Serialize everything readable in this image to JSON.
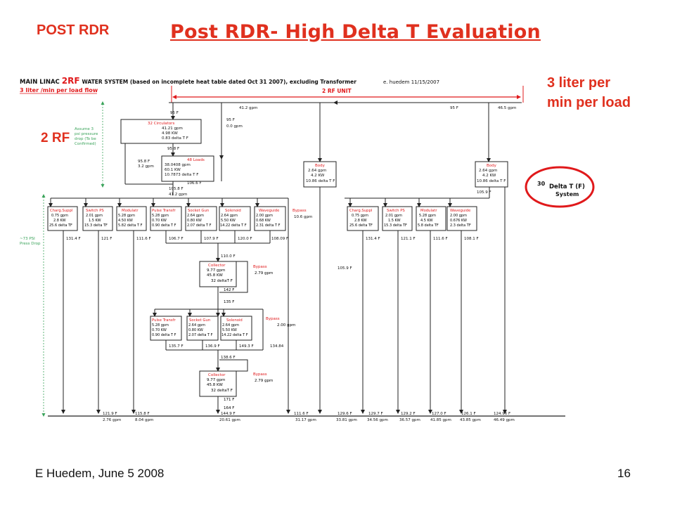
{
  "slide": {
    "corner_title": "POST RDR",
    "title": "Post RDR- High Delta T Evaluation",
    "side_note": "3 liter per min per load",
    "label_2rf": "2 RF",
    "footer_left": "E Huedem, June 5 2008",
    "page_number": "16"
  },
  "diagram": {
    "header": {
      "prefix": "MAIN LINAC",
      "rf": "2RF",
      "rest": "WATER SYSTEM (based on incomplete heat table dated Oct 31 2007), excluding Transformer",
      "subtitle": "3 liter /min per load flow",
      "author": "e. huedem 11/15/2007",
      "rf_unit": "2 RF UNIT"
    },
    "callout": {
      "number": "30",
      "line1": "Delta T (F)",
      "line2": "System",
      "accent": "#e0191b"
    },
    "notes": {
      "assume": [
        "Assume 3",
        "psi pressure",
        "drop (To be",
        "Confirmed)"
      ],
      "press_drop": [
        "~73 PSI",
        "Press Drop"
      ]
    },
    "top": {
      "supply_flow": "41.2 gpm",
      "t95_a": "95 F",
      "t95_b": "95 F",
      "t95_c": "95 F",
      "zero_gpm": "0.0 gpm",
      "flow_46": "46.5 gpm",
      "t95_mid": "95 F",
      "t958": "95.8 F",
      "g32": "3.2 gpm",
      "t958b": "95.8 F",
      "t1058": "105.8 F",
      "g412": "41.2 gpm",
      "t1066": "106.6 F"
    },
    "circ": {
      "title": "32 Circulators",
      "l1": "41.21 gpm",
      "l2": "4.98 KW",
      "l3": "0.83 delta T F"
    },
    "loads": {
      "title": "48 Loads",
      "l1": "38.0408 gpm",
      "l2": "60.1 KW",
      "l3": "10.7873 delta T F"
    },
    "body1": {
      "title": "Body",
      "l1": "2.64 gpm",
      "l2": "4.2 KW",
      "l3": "10.86 delta T F"
    },
    "body2": {
      "title": "Body",
      "l1": "2.64 gpm",
      "l2": "4.2 KW",
      "l3": "10.86 delta T F",
      "out": "105.9 F"
    },
    "row1": [
      {
        "title": "Charg.Suppl",
        "l1": "0.75 gpm",
        "l2": "2.8 KW",
        "l3": "25.6 delta TF"
      },
      {
        "title": "Switch PS",
        "l1": "2.01 gpm",
        "l2": "1.5 KW",
        "l3": "15.3 delta TF"
      },
      {
        "title": "Modulatr",
        "l1": "5.28 gpm",
        "l2": "4.50 KW",
        "l3": "5.82 delta T F"
      },
      {
        "title": "Pulse Transfr",
        "l1": "5.28 gpm",
        "l2": "0.70 KW",
        "l3": "0.90 delta T F"
      },
      {
        "title": "Socket Gun",
        "l1": "2.64 gpm",
        "l2": "0.80 KW",
        "l3": "2.07 delta T F"
      },
      {
        "title": "Solenoid",
        "l1": "2.64 gpm",
        "l2": "5.50 KW",
        "l3": "14.22 delta T F"
      },
      {
        "title": "Waveguide",
        "l1": "2.00 gpm",
        "l2": "0.68 KW",
        "l3": "2.31 delta T F"
      }
    ],
    "row1_right": [
      {
        "title": "Charg.Suppl",
        "l1": "0.75 gpm",
        "l2": "2.8 KW",
        "l3": "25.6 delta TF"
      },
      {
        "title": "Switch PS",
        "l1": "2.01 gpm",
        "l2": "1.5 KW",
        "l3": "15.3 delta TF"
      },
      {
        "title": "Modulatr",
        "l1": "5.28 gpm",
        "l2": "4.5 KW",
        "l3": "5.8 delta TF"
      },
      {
        "title": "Waveguide",
        "l1": "2.00 gpm",
        "l2": "0.676 KW",
        "l3": "2.3 delta TF"
      }
    ],
    "row1_temps": [
      "131.4 F",
      "121 F",
      "111.6 F",
      "106.7 F",
      "107.9 F",
      "120.0 F",
      "108.09 F"
    ],
    "row1_right_temps": [
      "131.4 F",
      "121.1 F",
      "111.6 F",
      "108.1 F"
    ],
    "bypass1": {
      "title": "Bypass",
      "flow": "10.6 gpm"
    },
    "mid": {
      "t110": "110.0 F",
      "t1059": "105.9 F"
    },
    "coll1": {
      "title": "Collector",
      "l1": "9.77 gpm",
      "l2": "45.8 KW",
      "l3": "32 deltaT F",
      "out": "142 F",
      "next": "135 F"
    },
    "bypass2": {
      "title": "Bypass",
      "flow": "2.79 gpm"
    },
    "row2": [
      {
        "title": "Pulse Transfr",
        "l1": "5.28 gpm",
        "l2": "0.70 KW",
        "l3": "0.90 delta T F"
      },
      {
        "title": "Socket Gun",
        "l1": "2.64 gpm",
        "l2": "0.80 KW",
        "l3": "2.07 delta T F"
      },
      {
        "title": "Solenoid",
        "l1": "2.64 gpm",
        "l2": "5.50 KW",
        "l3": "14.22 delta T F"
      }
    ],
    "row2_temps": [
      "135.7 F",
      "136.9 F",
      "149.3 F",
      "134.84"
    ],
    "bypass3": {
      "title": "Bypass",
      "flow": "2.00 gpm"
    },
    "coll2": {
      "title": "Collector",
      "l1": "9.77 gpm",
      "l2": "45.8 KW",
      "l3": "32 deltaT F",
      "in": "138.6 F",
      "out": "171 F",
      "after": "164 F"
    },
    "bypass4": {
      "title": "Bypass",
      "flow": "2.79 gpm"
    },
    "bottom": [
      {
        "t": "121.9 F",
        "g": "2.76 gpm"
      },
      {
        "t": "115.8 F",
        "g": "8.04 gpm"
      },
      {
        "t": "144.9 F",
        "g": "20.61 gpm"
      },
      {
        "t": "111.6 F",
        "g": "31.17 gpm"
      },
      {
        "t": "129.6 F",
        "g": "33.81 gpm"
      },
      {
        "t": "129.7 F",
        "g": "34.56 gpm"
      },
      {
        "t": "129.2 F",
        "g": "36.57 gpm"
      },
      {
        "t": "127.0 F",
        "g": "41.85 gpm"
      },
      {
        "t": "126.1 F",
        "g": "43.85 gpm"
      },
      {
        "t": "124.96 F",
        "g": "46.49 gpm"
      }
    ]
  }
}
